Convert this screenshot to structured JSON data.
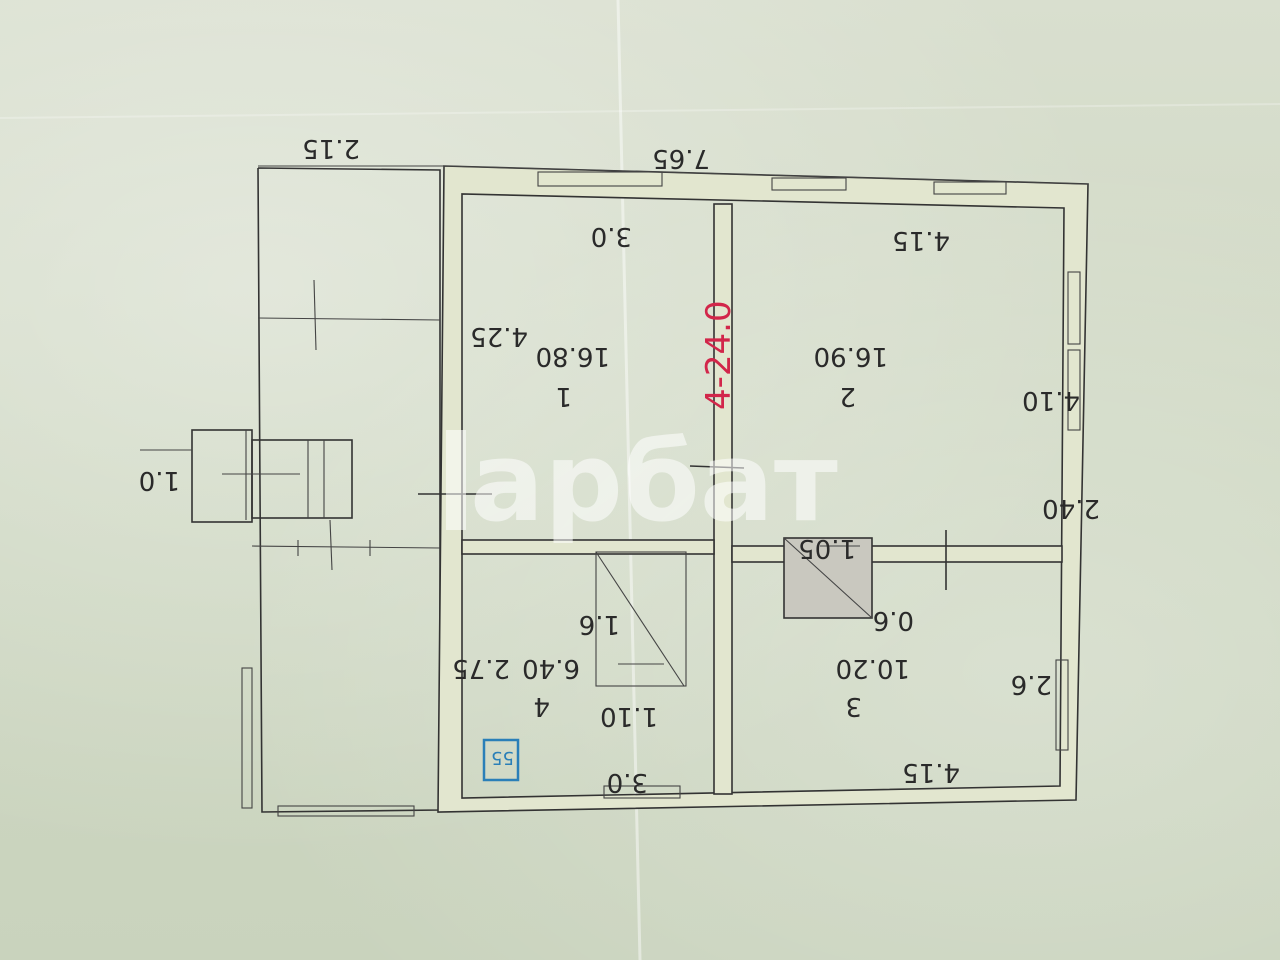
{
  "dimensions": {
    "top_left_width": "2.15",
    "top_width": "7.65",
    "left_depth": "1.0",
    "right_gap": "2.40"
  },
  "rooms": [
    {
      "number": "1",
      "area": "16.80",
      "width": "3.0",
      "depth": "4.25",
      "door": ""
    },
    {
      "number": "2",
      "area": "16.90",
      "width": "4.15",
      "depth": "4.10"
    },
    {
      "number": "3",
      "area": "10.20",
      "width": "4.15",
      "depth": "2.6",
      "bottom_left": "0.6",
      "right_note": "0.6"
    },
    {
      "number": "4",
      "area": "6.40",
      "width": "3.0",
      "depth": "2.75",
      "extra": "1.6",
      "lower": "1.10"
    }
  ],
  "labels": {
    "room3_right": "0.6",
    "room3_stair": "1.05",
    "red_note": "4-24.0"
  },
  "watermark": "арбат",
  "stamp": "55",
  "colors": {
    "red": "#d2264a",
    "stamp": "#2a7fb8",
    "wall_fill": "#e2e6cf"
  }
}
